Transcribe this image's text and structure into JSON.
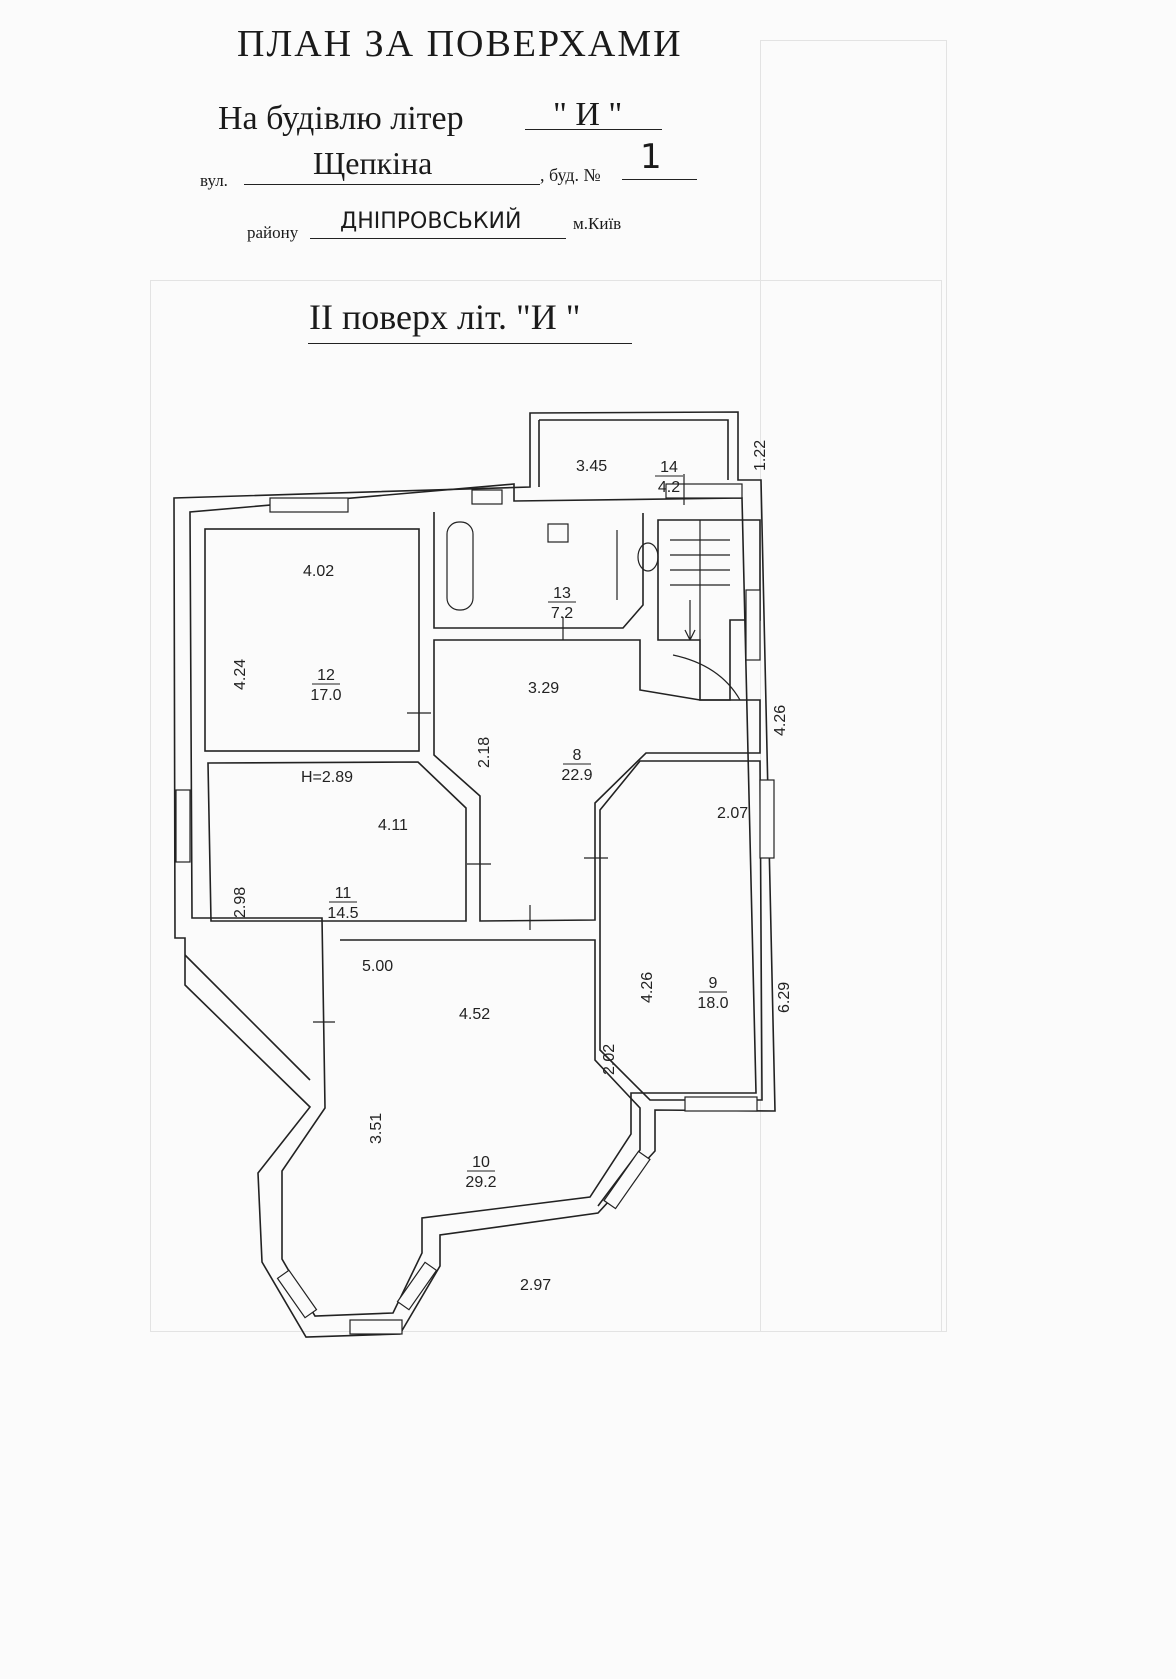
{
  "header": {
    "title": "ПЛАН ЗА ПОВЕРХАМИ",
    "building_prefix": "На будівлю літер",
    "building_letter": "\" И \"",
    "street_prefix": "вул.",
    "street_name": "Щепкіна",
    "house_prefix": ", буд. №",
    "house_number": "1",
    "district_prefix": "району",
    "district_name": "ДНІПРОВСЬКИЙ",
    "city": "м.Київ",
    "floor_title": "ІІ поверх  літ. \"И \""
  },
  "rooms": [
    {
      "number": "14",
      "area": "4.2"
    },
    {
      "number": "13",
      "area": "7.2"
    },
    {
      "number": "12",
      "area": "17.0"
    },
    {
      "number": "8",
      "area": "22.9"
    },
    {
      "number": "11",
      "area": "14.5"
    },
    {
      "number": "9",
      "area": "18.0"
    },
    {
      "number": "10",
      "area": "29.2"
    }
  ],
  "dimensions": {
    "d_345": "3.45",
    "d_122": "1.22",
    "d_402": "4.02",
    "d_424": "4.24",
    "d_h": "H=2.89",
    "d_329": "3.29",
    "d_218": "2.18",
    "d_426_stair": "4.26",
    "d_411": "4.11",
    "d_298": "2.98",
    "d_500": "5.00",
    "d_207": "2.07",
    "d_426_r9": "4.26",
    "d_629": "6.29",
    "d_452": "4.52",
    "d_202": "2.02",
    "d_351": "3.51",
    "d_297": "2.97"
  },
  "colors": {
    "ink": "#222222",
    "paper": "#fbfbfb"
  }
}
